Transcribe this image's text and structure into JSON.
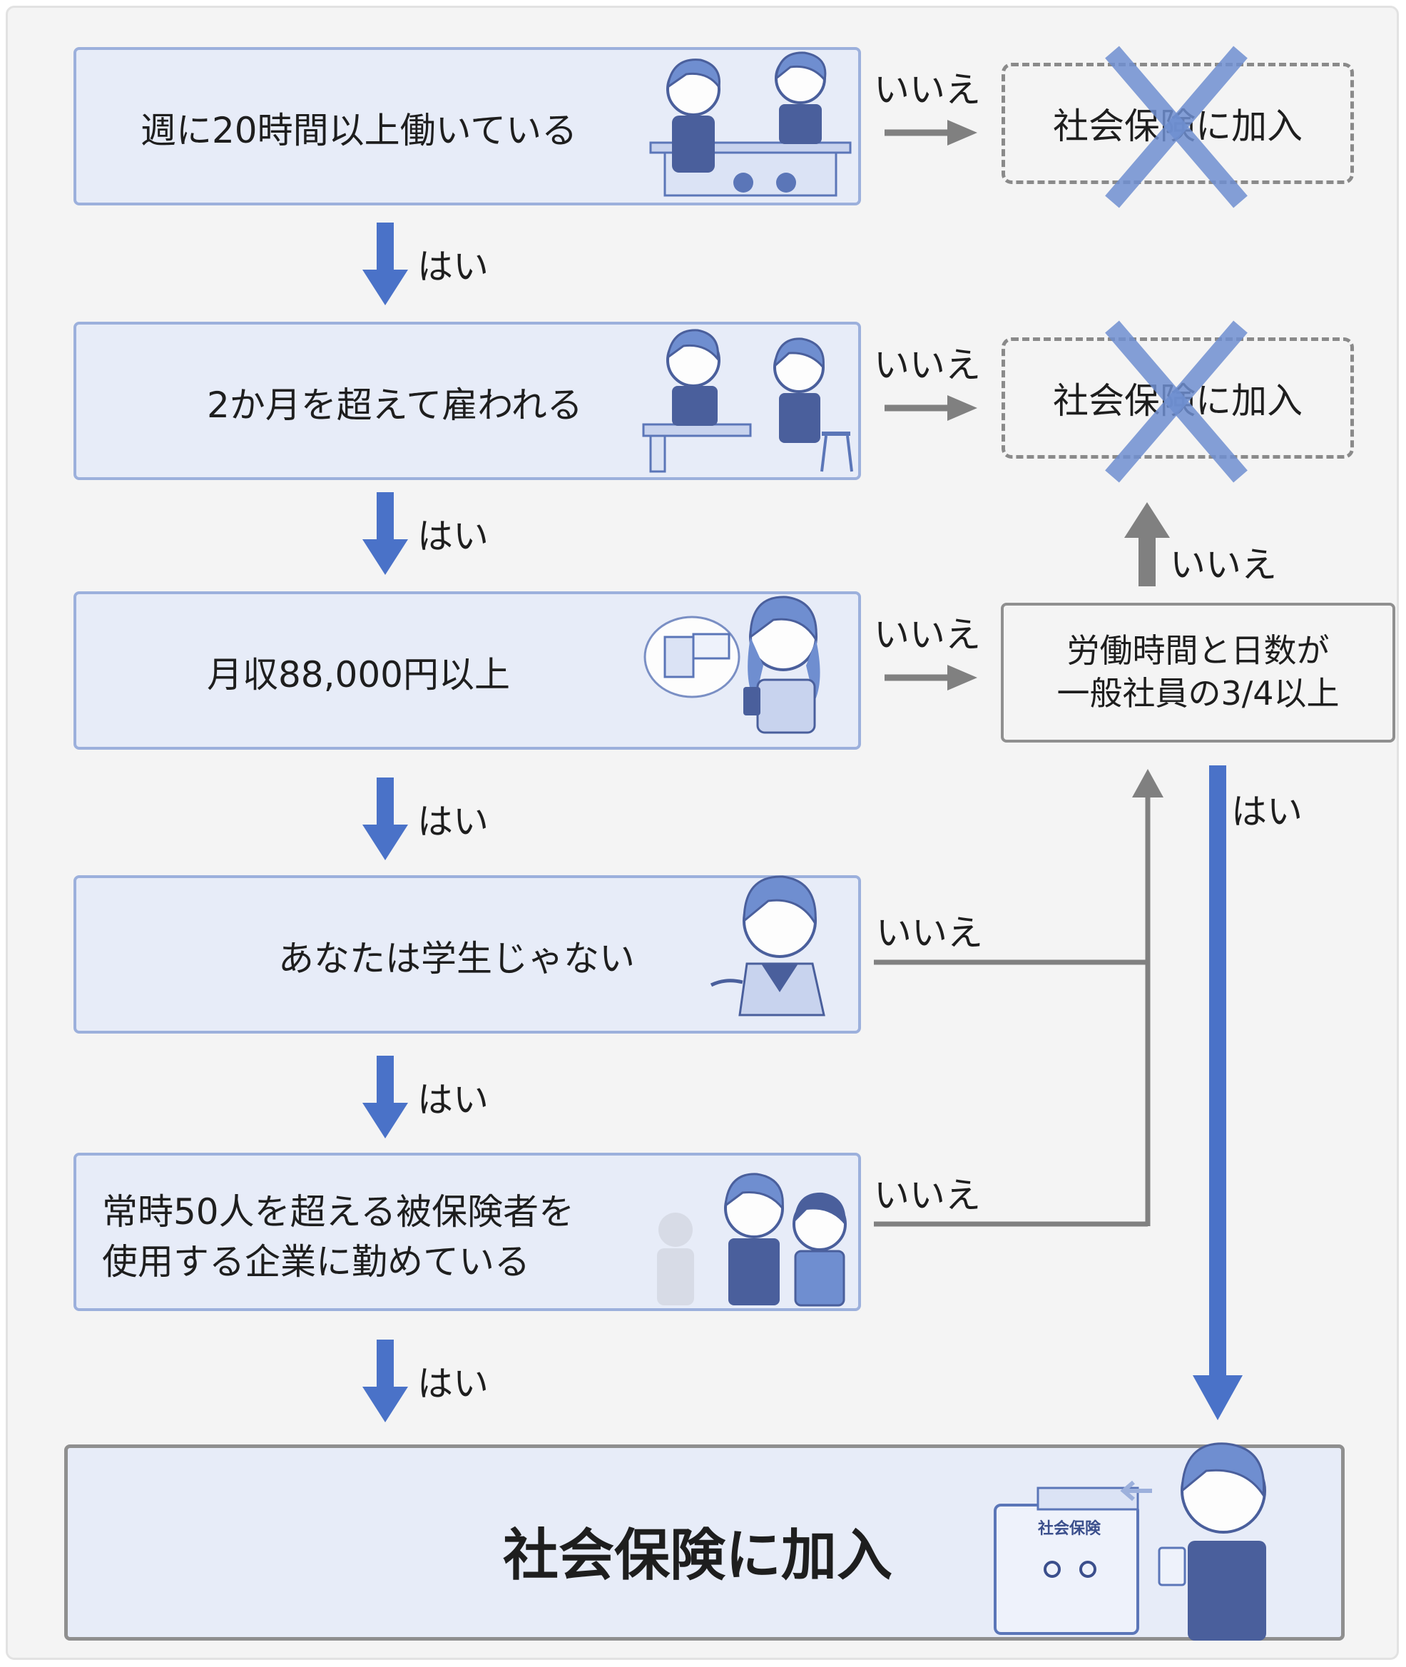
{
  "colors": {
    "question_fill": "#e7ecf8",
    "question_border": "#9cb0dc",
    "yes_arrow": "#4a72c8",
    "no_arrow": "#808080",
    "cross": "#6f8ed0",
    "background": "#f4f4f4"
  },
  "questions": [
    {
      "text": "週に20時間以上働いている",
      "illustration": "cafe-staff-icon"
    },
    {
      "text": "2か月を超えて雇われる",
      "illustration": "job-interview-icon"
    },
    {
      "text": "月収88,000円以上",
      "illustration": "salary-thinking-icon"
    },
    {
      "text": "あなたは学生じゃない",
      "illustration": "student-icon"
    },
    {
      "text_lines": [
        "常時50人を超える被保険者を",
        "使用する企業に勤めている"
      ],
      "illustration": "company-employees-icon"
    }
  ],
  "yes_label": "はい",
  "no_label": "いいえ",
  "not_enrolled": "社会保険に加入",
  "check_box": {
    "lines": [
      "労働時間と日数が",
      "一般社員の3/4以上"
    ]
  },
  "final": {
    "text": "社会保険に加入",
    "illustration_label": "社会保険",
    "illustration": "office-worker-mailbox-icon"
  }
}
